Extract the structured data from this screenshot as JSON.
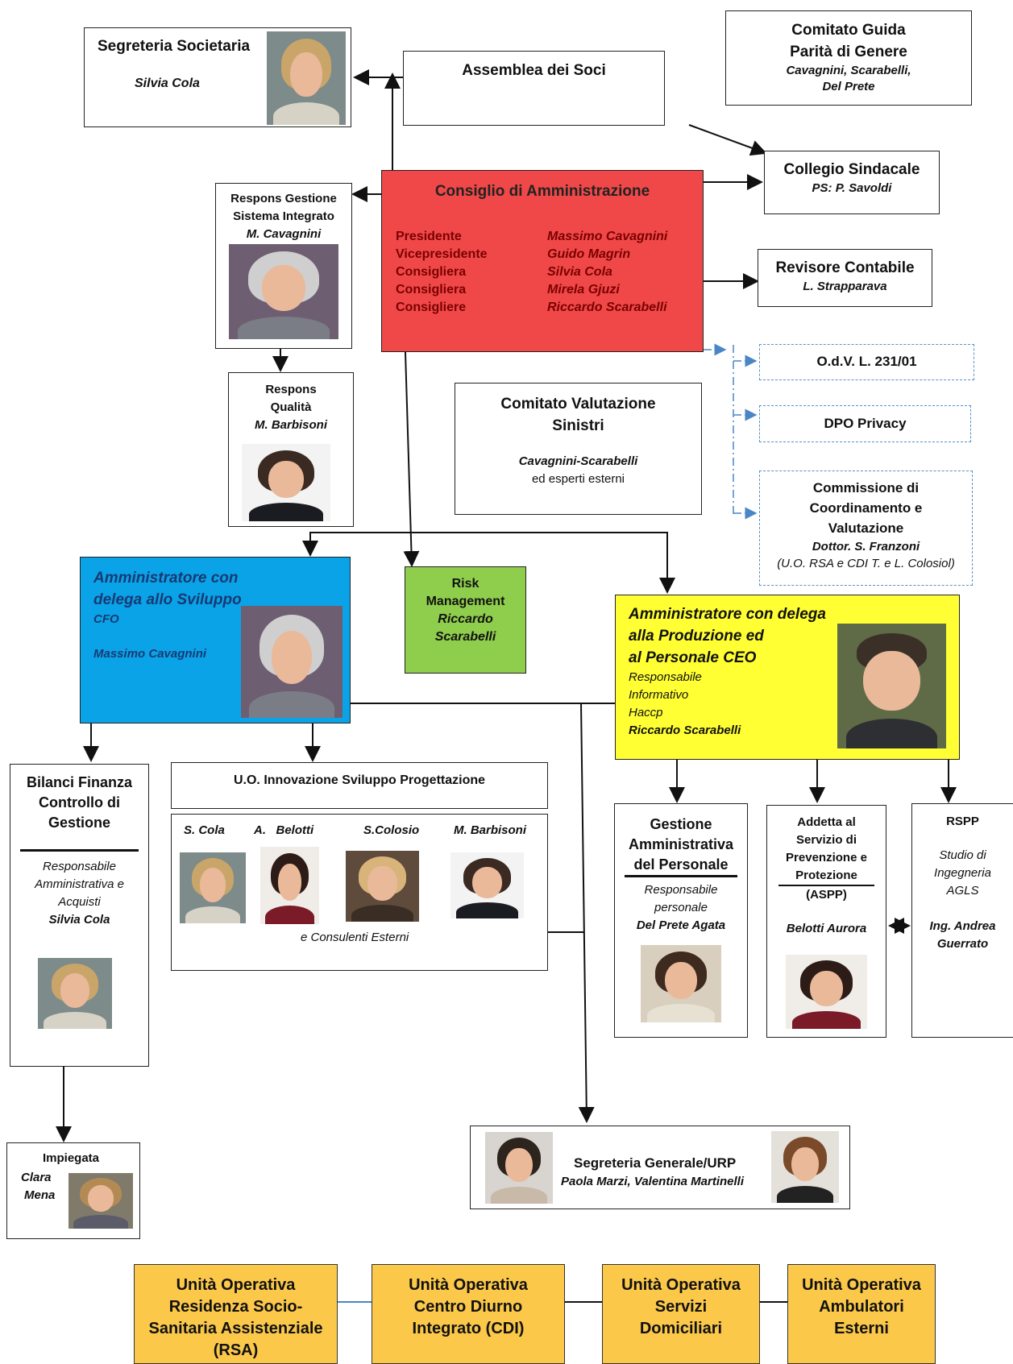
{
  "segreteria_societaria": {
    "title": "Segreteria Societaria",
    "name": "Silvia Cola"
  },
  "assemblea": {
    "title": "Assemblea dei Soci"
  },
  "comitato_guida": {
    "title_1": "Comitato Guida",
    "title_2": "Parità di Genere",
    "members_1": "Cavagnini, Scarabelli,",
    "members_2": "Del Prete"
  },
  "collegio_sindacale": {
    "title": "Collegio Sindacale",
    "ps": "PS: P. Savoldi"
  },
  "revisore": {
    "title": "Revisore Contabile",
    "name": "L. Strapparava"
  },
  "cda": {
    "title": "Consiglio di Amministrazione",
    "roles": [
      "Presidente",
      "Vicepresidente",
      "Consigliera",
      "Consigliera",
      "Consigliere"
    ],
    "names": [
      "Massimo Cavagnini",
      "Guido Magrin",
      "Silvia Cola",
      "Mirela Gjuzi",
      "Riccardo Scarabelli"
    ],
    "color": "#f04848"
  },
  "responsabile_gestione": {
    "line_1": "Respons Gestione",
    "line_2": "Sistema Integrato",
    "name": "M. Cavagnini"
  },
  "responsabile_qualita": {
    "line_1": "Respons",
    "line_2": "Qualità",
    "name": "M. Barbisoni"
  },
  "odv": {
    "title": "O.d.V. L. 231/01"
  },
  "dpo": {
    "title": "DPO Privacy"
  },
  "commissione": {
    "line_1": "Commissione di",
    "line_2": "Coordinamento e",
    "line_3": "Valutazione",
    "name": "Dottor. S. Franzoni",
    "note": "(U.O. RSA e CDI T. e L. Colosiol)"
  },
  "comitato_sinistri": {
    "line_1": "Comitato Valutazione",
    "line_2": "Sinistri",
    "members": "Cavagnini-Scarabelli",
    "extra": "ed esperti esterni"
  },
  "sviluppo": {
    "line_1": "Amministratore con",
    "line_2": "delega allo Sviluppo",
    "role": "CFO",
    "name": "Massimo Cavagnini",
    "color": "#0aa3e8"
  },
  "risk": {
    "line_1": "Risk",
    "line_2": "Management",
    "name_1": "Riccardo",
    "name_2": "Scarabelli",
    "color": "#8fcd4c"
  },
  "produzione": {
    "line_1": "Amministratore con delega",
    "line_2": "alla Produzione ed",
    "line_3": "al Personale CEO",
    "sub_1": "Responsabile",
    "sub_2": "Informativo",
    "sub_3": "Haccp",
    "name": "Riccardo Scarabelli",
    "color": "#ffff33"
  },
  "bilanci": {
    "line_1": "Bilanci Finanza",
    "line_2": "Controllo di",
    "line_3": "Gestione",
    "sub_1": "Responsabile",
    "sub_2": "Amministrativa e",
    "sub_3": "Acquisti",
    "name": "Silvia Cola"
  },
  "innovazione": {
    "title": "U.O. Innovazione Sviluppo Progettazione",
    "members": [
      "S. Cola",
      "A.   Belotti",
      "S.Colosio",
      "M. Barbisoni"
    ],
    "note": "e Consulenti Esterni"
  },
  "gestione_personale": {
    "line_1": "Gestione",
    "line_2": "Amministrativa",
    "line_3": "del Personale",
    "sub_1": "Responsabile",
    "sub_2": "personale",
    "name": "Del Prete Agata"
  },
  "aspp": {
    "line_1": "Addetta al",
    "line_2": "Servizio di",
    "line_3": "Prevenzione e",
    "line_4": "Protezione",
    "line_5": "(ASPP)",
    "name": "Belotti Aurora"
  },
  "rspp": {
    "title": "RSPP",
    "sub_1": "Studio di",
    "sub_2": "Ingegneria",
    "sub_3": "AGLS",
    "name_1": "Ing. Andrea",
    "name_2": "Guerrato"
  },
  "impiegata": {
    "title": "Impiegata",
    "name_1": "Clara",
    "name_2": "Mena"
  },
  "segreteria_generale": {
    "title": "Segreteria Generale/URP",
    "names": "Paola Marzi, Valentina Martinelli"
  },
  "unita_operative": [
    {
      "lines": [
        "Unità Operativa",
        "Residenza Socio-",
        "Sanitaria Assistenziale",
        "(RSA)"
      ]
    },
    {
      "lines": [
        "Unità Operativa",
        "Centro Diurno",
        "Integrato (CDI)"
      ]
    },
    {
      "lines": [
        "Unità Operativa",
        "Servizi",
        "Domiciliari"
      ]
    },
    {
      "lines": [
        "Unità Operativa",
        "Ambulatori",
        "Esterni"
      ]
    }
  ],
  "colors": {
    "unita_operativa": "#fbc84a",
    "dashed_connector": "#5b8fc7"
  }
}
